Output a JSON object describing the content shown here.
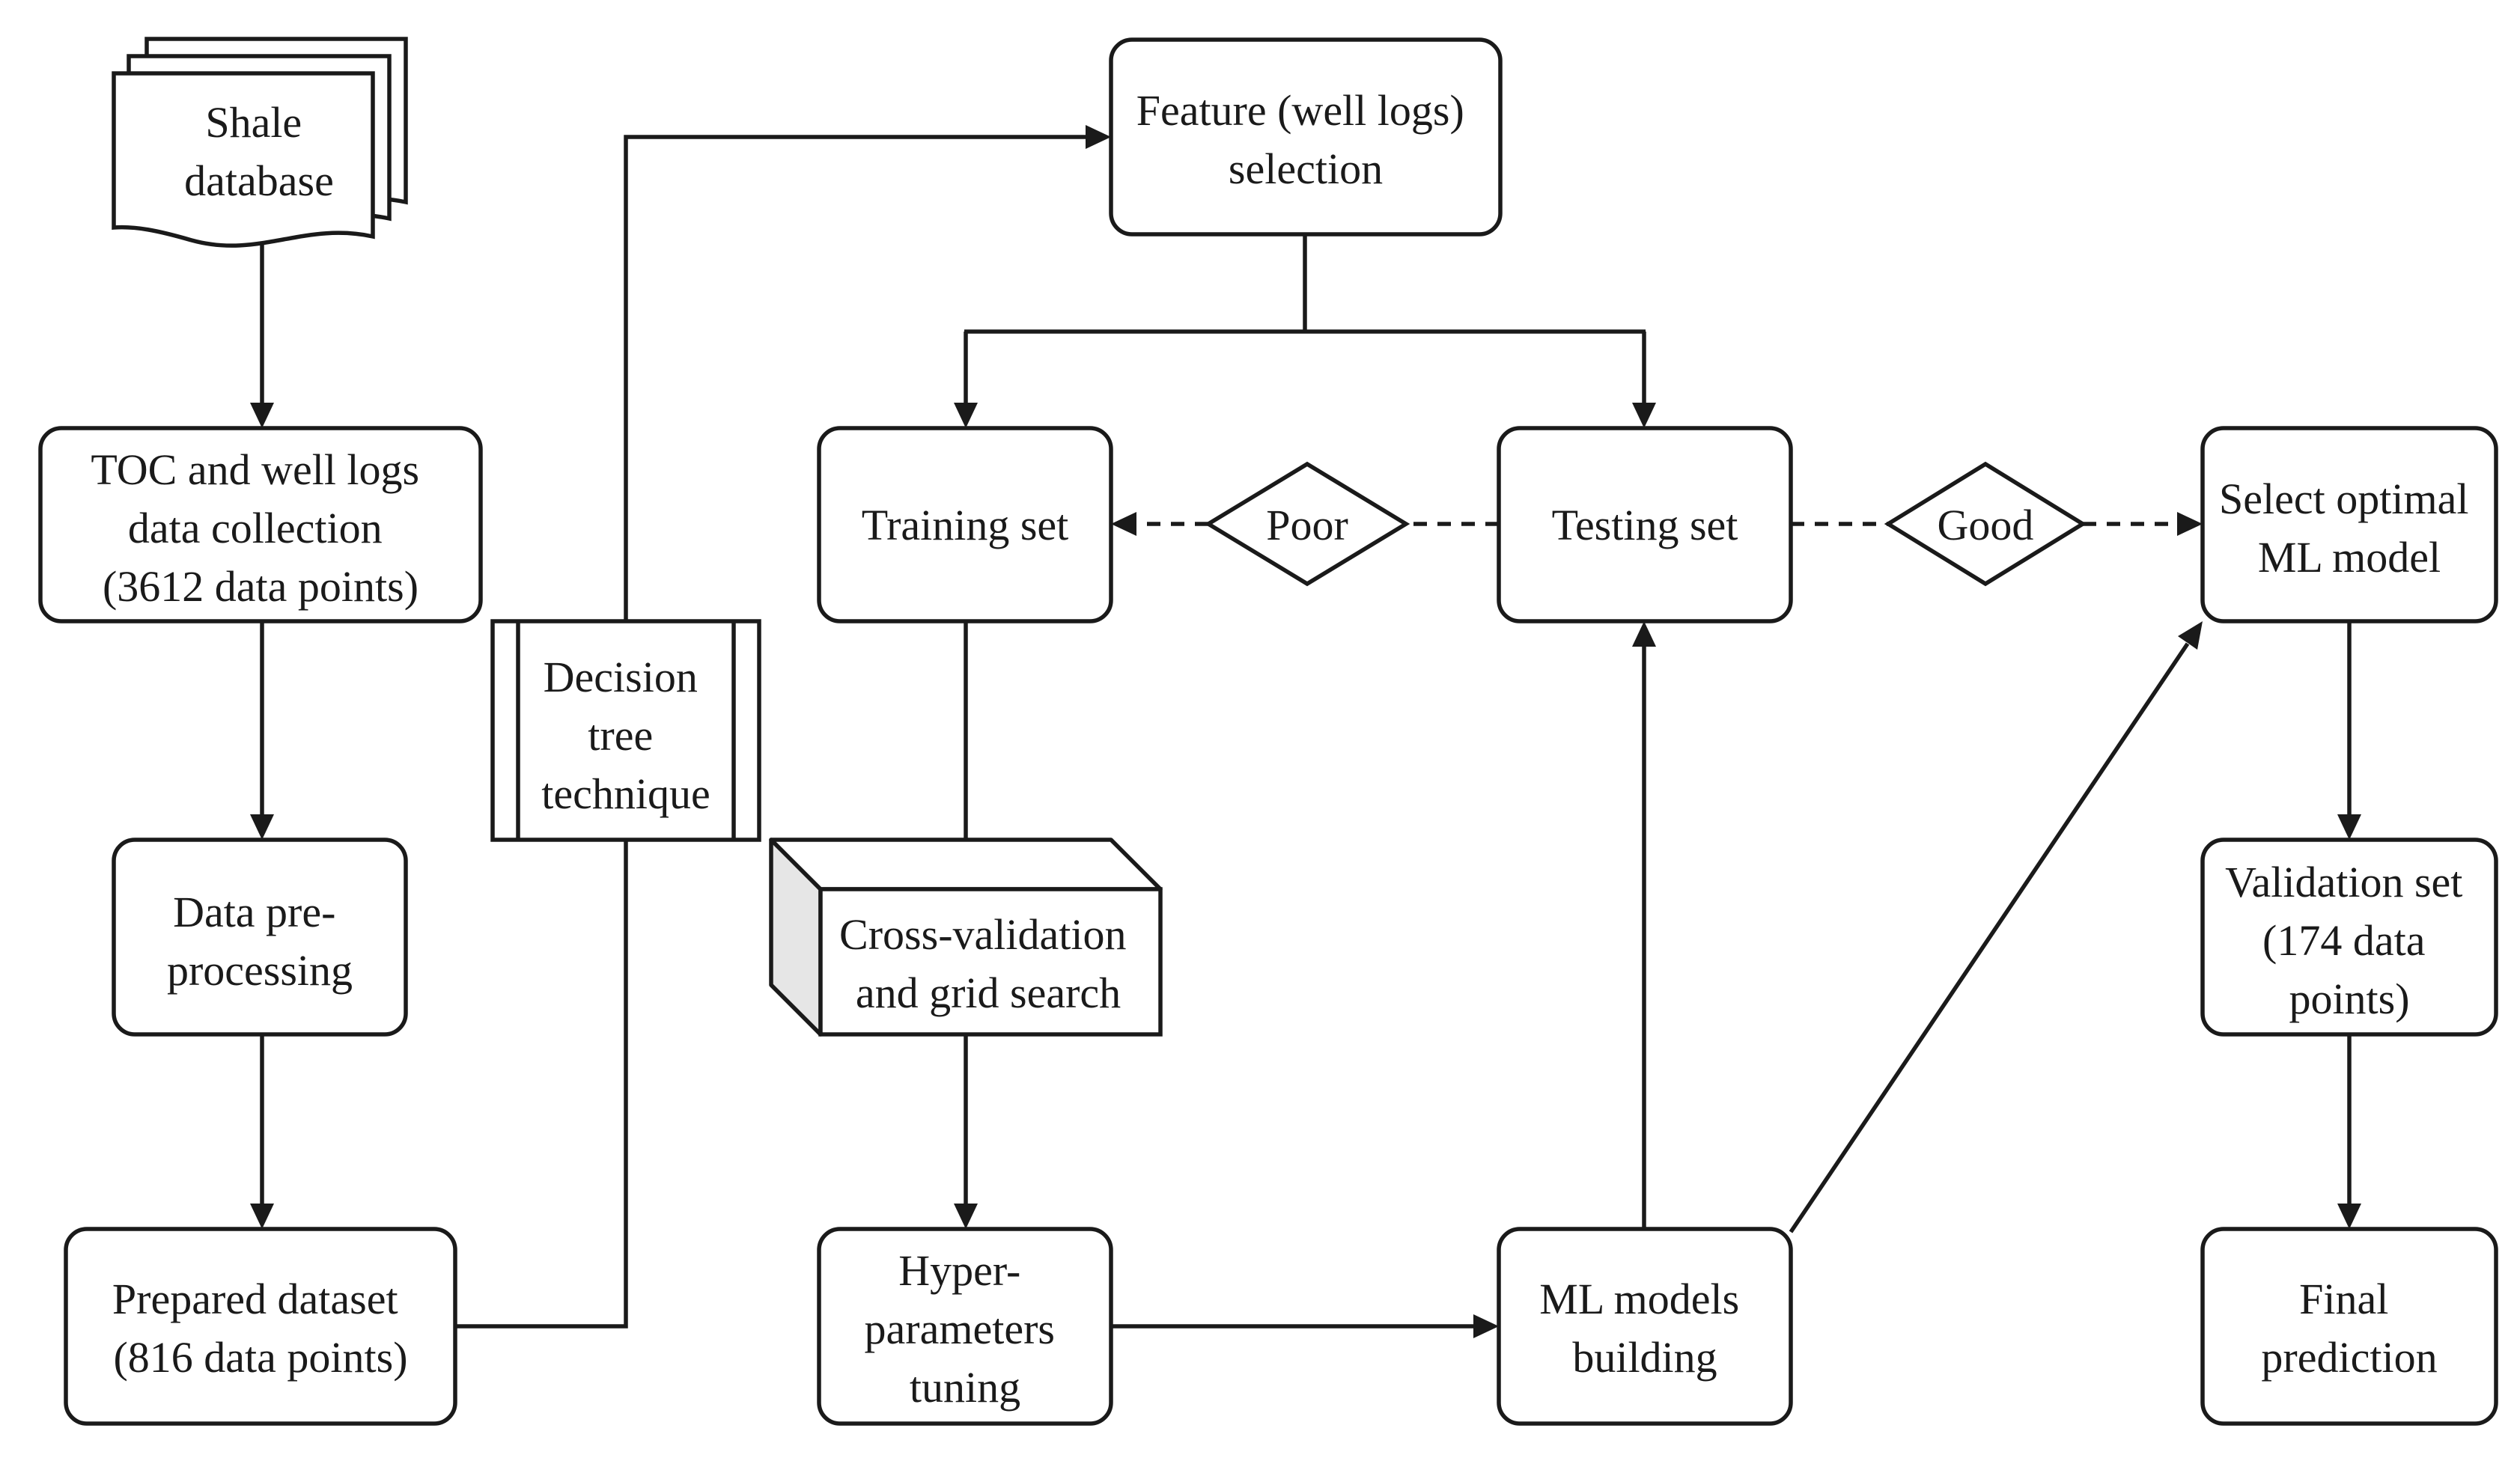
{
  "nodes": {
    "shale_database": [
      "Shale",
      "database"
    ],
    "toc_collection": [
      "TOC and well logs",
      "data collection",
      "(3612 data points)"
    ],
    "preprocessing": [
      "Data pre-",
      "processing"
    ],
    "prepared_dataset": [
      "Prepared dataset",
      "(816 data points)"
    ],
    "decision_tree": [
      "Decision",
      "tree",
      "technique"
    ],
    "feature_selection": [
      "Feature (well logs)",
      "selection"
    ],
    "training_set": [
      "Training set"
    ],
    "testing_set": [
      "Testing set"
    ],
    "poor": [
      "Poor"
    ],
    "good": [
      "Good"
    ],
    "cross_validation": [
      "Cross-validation",
      "and grid search"
    ],
    "hyperparameters": [
      "Hyper-",
      "parameters",
      "tuning"
    ],
    "ml_models": [
      "ML models",
      "building"
    ],
    "select_optimal": [
      "Select optimal",
      "ML model"
    ],
    "validation_set": [
      "Validation set",
      "(174 data",
      "points)"
    ],
    "final_prediction": [
      "Final",
      "prediction"
    ]
  }
}
